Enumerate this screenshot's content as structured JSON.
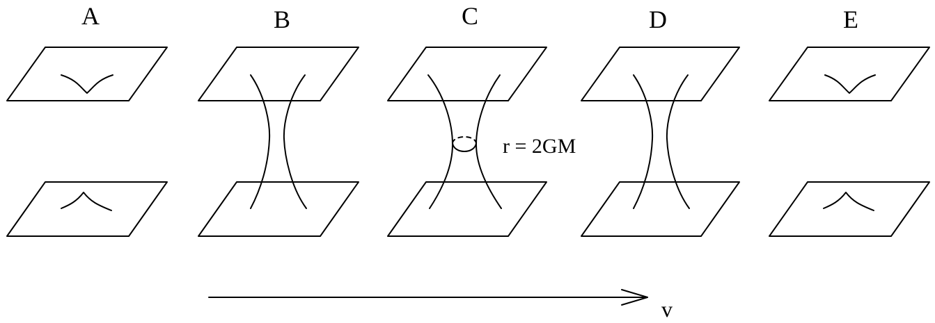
{
  "stages": [
    {
      "label": "A",
      "state": "separate-dimples"
    },
    {
      "label": "B",
      "state": "wormhole-throat"
    },
    {
      "label": "C",
      "state": "wormhole-pinch"
    },
    {
      "label": "D",
      "state": "wormhole-throat"
    },
    {
      "label": "E",
      "state": "separate-dimples"
    }
  ],
  "throat_annotation": "r = 2GM",
  "axis_label": "v",
  "colors": {
    "ink": "#000000",
    "background": "#ffffff"
  }
}
